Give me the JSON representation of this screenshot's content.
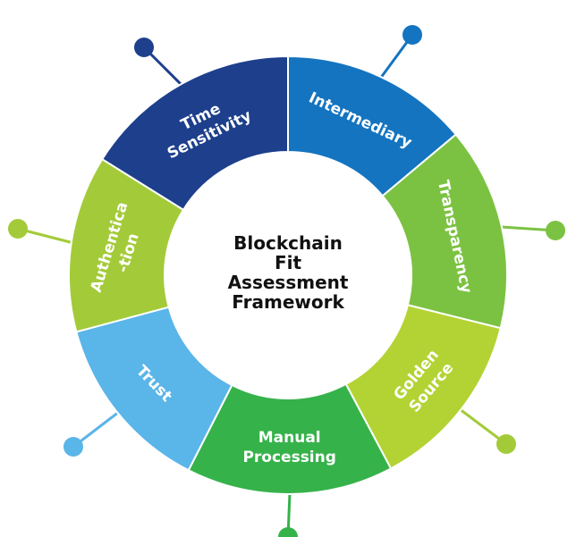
{
  "center": {
    "lines": [
      "Blockchain",
      "Fit",
      "Assessment",
      "Framework"
    ]
  },
  "colors": {
    "dark_navy": "#1d3f8c",
    "blue": "#1474c0",
    "green": "#7cc242",
    "lime": "#a3cb39",
    "sky_blue": "#5ab5e8",
    "medium_green": "#36b24a",
    "lime_yellow": "#b3d334",
    "background": "#ffffff",
    "label_text": "#ffffff",
    "center_text": "#111111"
  },
  "segments": [
    {
      "id": "time-sensitivity",
      "lines": [
        "Time",
        "Sensitivity"
      ],
      "color": "#1d3f8c",
      "connector_color": "#1d3f8c"
    },
    {
      "id": "intermediary",
      "lines": [
        "Intermediary"
      ],
      "color": "#1474c0",
      "connector_color": "#1474c0"
    },
    {
      "id": "transparency",
      "lines": [
        "Transparency"
      ],
      "color": "#7cc242",
      "connector_color": "#7cc242"
    },
    {
      "id": "golden-source",
      "lines": [
        "Golden",
        "Source"
      ],
      "color": "#b3d334",
      "connector_color": "#a3cb39"
    },
    {
      "id": "manual-processing",
      "lines": [
        "Manual",
        "Processing"
      ],
      "color": "#36b24a",
      "connector_color": "#36b24a"
    },
    {
      "id": "trust",
      "lines": [
        "Trust"
      ],
      "color": "#5ab5e8",
      "connector_color": "#5ab5e8"
    },
    {
      "id": "authentication",
      "lines": [
        "Authentica",
        "-tion"
      ],
      "color": "#a3cb39",
      "connector_color": "#a3cb39"
    }
  ]
}
